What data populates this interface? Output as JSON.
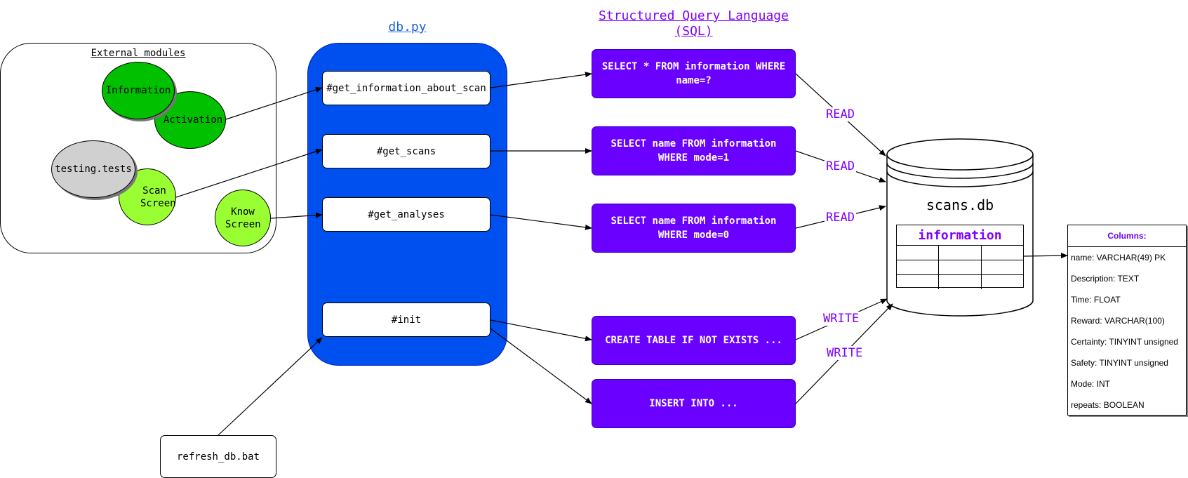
{
  "external": {
    "title": "External modules",
    "nodes": {
      "information": "Information",
      "activation": "Activation",
      "testing": "testing.tests",
      "scan_screen": "Scan Screen",
      "know_screen": "Know Screen"
    }
  },
  "dbpy": {
    "title": "db.py",
    "functions": {
      "get_information": "#get_information_about_scan",
      "get_scans": "#get_scans",
      "get_analyses": "#get_analyses",
      "init": "#init"
    }
  },
  "sql": {
    "title": "Structured Query Language (SQL)",
    "queries": {
      "q1": "SELECT * FROM information WHERE name=?",
      "q2": "SELECT name FROM information WHERE mode=1",
      "q3": "SELECT name FROM information WHERE mode=0",
      "q4": "CREATE TABLE IF NOT EXISTS ...",
      "q5": "INSERT INTO ..."
    }
  },
  "edges": {
    "read1": "READ",
    "read2": "READ",
    "read3": "READ",
    "write1": "WRITE",
    "write2": "WRITE"
  },
  "database": {
    "name": "scans.db",
    "table": "information"
  },
  "columns": {
    "title": "Columns:",
    "items": [
      "name: VARCHAR(49) PK",
      "Description: TEXT",
      "Time: FLOAT",
      "Reward: VARCHAR(100)",
      "Certainty: TINYINT unsigned",
      "Safety: TINYINT unsigned",
      "Mode: INT",
      "repeats: BOOLEAN"
    ]
  },
  "bat": {
    "label": "refresh_db.bat"
  },
  "colors": {
    "dbpy_blue": "#0050ef",
    "sql_purple": "#6a00ff",
    "label_purple": "#7f00ff",
    "green_dark": "#00c000",
    "green_light": "#99ff33",
    "grey_node": "#d0d0d0"
  }
}
